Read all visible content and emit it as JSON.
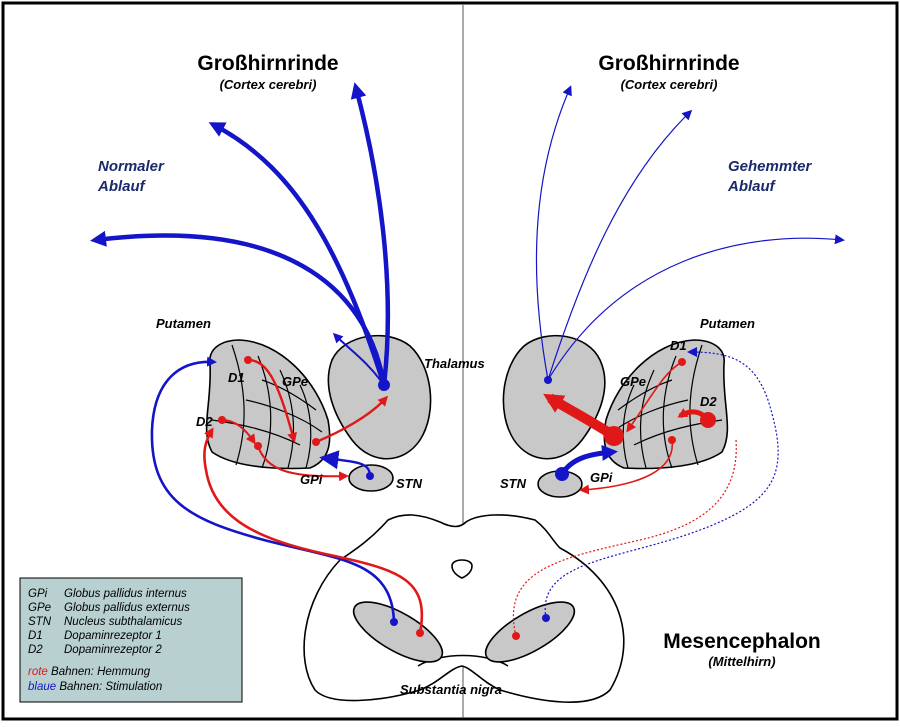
{
  "left_panel": {
    "title": "Großhirnrinde",
    "subtitle": "(Cortex cerebri)",
    "flow_line1": "Normaler",
    "flow_line2": "Ablauf"
  },
  "right_panel": {
    "title": "Großhirnrinde",
    "subtitle": "(Cortex cerebri)",
    "flow_line1": "Gehemmter",
    "flow_line2": "Ablauf"
  },
  "labels": {
    "putamen_left": "Putamen",
    "putamen_right": "Putamen",
    "thalamus": "Thalamus",
    "d1_left": "D1",
    "d2_left": "D2",
    "gpe_left": "GPe",
    "gpi_left": "GPi",
    "stn_left": "STN",
    "d1_right": "D1",
    "d2_right": "D2",
    "gpe_right": "GPe",
    "gpi_right": "GPi",
    "stn_right": "STN",
    "substantia_nigra": "Substantia nigra",
    "mesencephalon": "Mesencephalon",
    "mittelhirn": "(Mittelhirn)"
  },
  "legend": {
    "rows": [
      {
        "abbr": "GPi",
        "text": "Globus pallidus internus"
      },
      {
        "abbr": "GPe",
        "text": "Globus pallidus externus"
      },
      {
        "abbr": "STN",
        "text": "Nucleus subthalamicus"
      },
      {
        "abbr": "D1",
        "text": "Dopaminrezeptor 1"
      },
      {
        "abbr": "D2",
        "text": "Dopaminrezeptor 2"
      }
    ],
    "red_word": "rote",
    "red_rest": " Bahnen: Hemmung",
    "blue_word": "blaue",
    "blue_rest": " Bahnen: Stimulation",
    "background": "#b8d0d0"
  },
  "colors": {
    "stimulation": "#1414c8",
    "inhibition": "#e01818",
    "nucleus_fill": "#c8c8c8"
  }
}
